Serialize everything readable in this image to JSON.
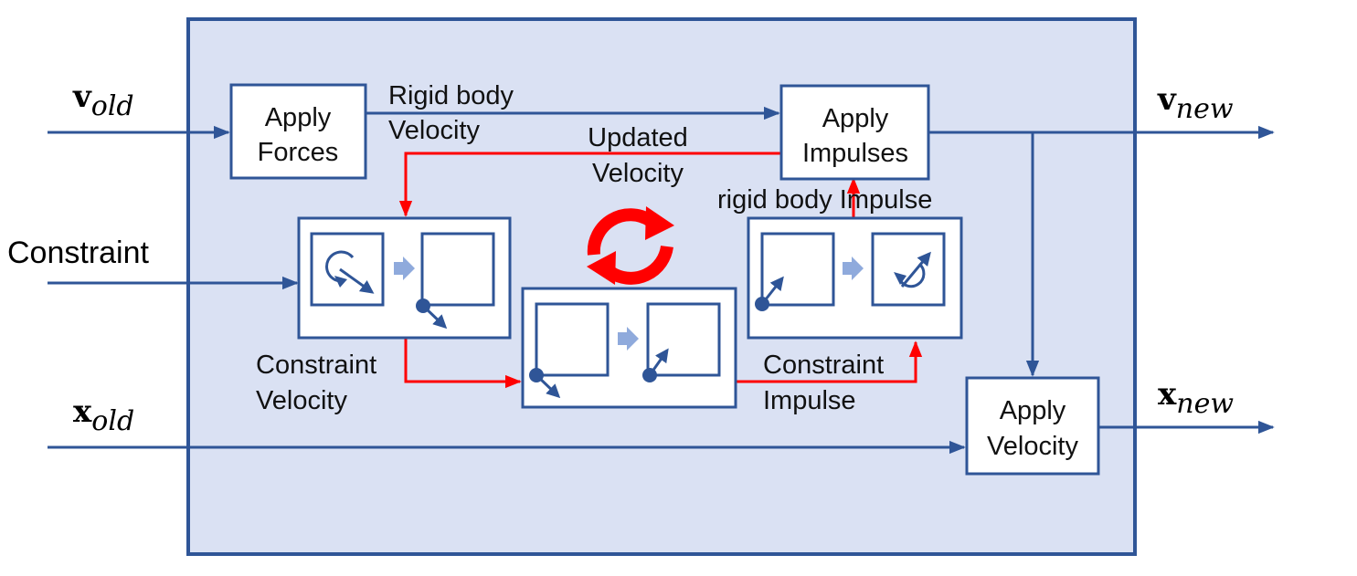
{
  "colors": {
    "panel_fill": "#dae1f3",
    "panel_stroke": "#2f5597",
    "flow_blue": "#2f5597",
    "loop_red": "#ff0000",
    "small_arrow": "#8faadc"
  },
  "inputs": {
    "v_old": {
      "main": "v",
      "sub": "old"
    },
    "constraint": "Constraint",
    "x_old": {
      "main": "x",
      "sub": "old"
    }
  },
  "outputs": {
    "v_new": {
      "main": "v",
      "sub": "new"
    },
    "x_new": {
      "main": "x",
      "sub": "new"
    }
  },
  "blocks": {
    "apply_forces": [
      "Apply",
      "Forces"
    ],
    "apply_impulses": [
      "Apply",
      "Impulses"
    ],
    "apply_velocity": [
      "Apply",
      "Velocity"
    ]
  },
  "labels": {
    "rigid_body_velocity": [
      "Rigid body",
      "Velocity"
    ],
    "updated_velocity": [
      "Updated",
      "Velocity"
    ],
    "rigid_body_impulse": "rigid body Impulse",
    "constraint_velocity": [
      "Constraint",
      "Velocity"
    ],
    "constraint_impulse": [
      "Constraint",
      "Impulse"
    ]
  },
  "icons": [
    "rotation-arrow-icon",
    "point-vector-icon",
    "loop-refresh-icon"
  ]
}
